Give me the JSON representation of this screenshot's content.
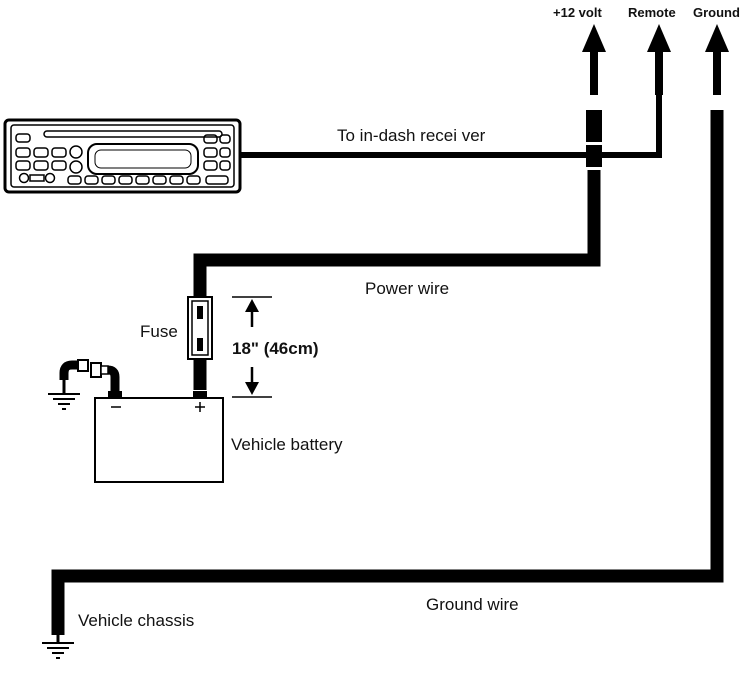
{
  "diagram": {
    "terminals": {
      "plus12": "+12 volt",
      "remote": "Remote",
      "ground": "Ground"
    },
    "labels": {
      "to_receiver": "To in-dash recei ver",
      "power_wire": "Power wire",
      "fuse": "Fuse",
      "distance": "18\" (46cm)",
      "battery": "Vehicle battery",
      "chassis": "Vehicle chassis",
      "ground_wire": "Ground wire"
    },
    "colors": {
      "wire": "#000000",
      "outline": "#111111"
    }
  }
}
